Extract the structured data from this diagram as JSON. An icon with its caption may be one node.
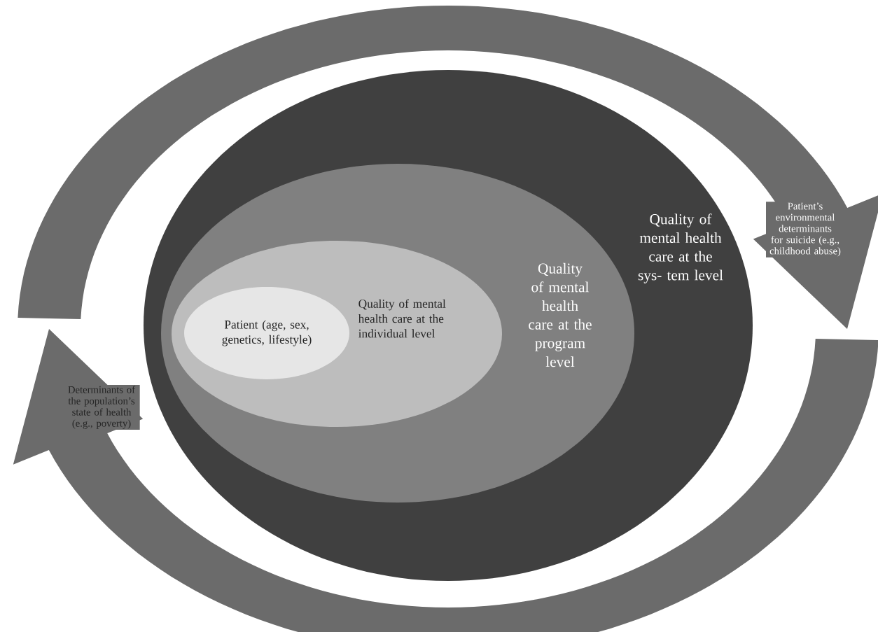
{
  "diagram": {
    "nodes": [
      {
        "text": [
          "Quality of mental health care at the sys- tem level"
        ]
      },
      {
        "text": [
          "Quality of mental health care at the program level"
        ],
        "in": 0
      },
      {
        "text": [
          "Quality of mental health care at the individual level"
        ],
        "in": 1
      },
      {
        "text": [
          "Patient (age, sex, genetics, lifestyle)"
        ],
        "in": 2
      },
      {
        "text": [
          "Patient’s environmental determinants for suicide (e.g., childhood abuse)"
        ]
      },
      {
        "text": [
          "Determinants of the population’s state of health (e.g., poverty)"
        ]
      }
    ]
  }
}
